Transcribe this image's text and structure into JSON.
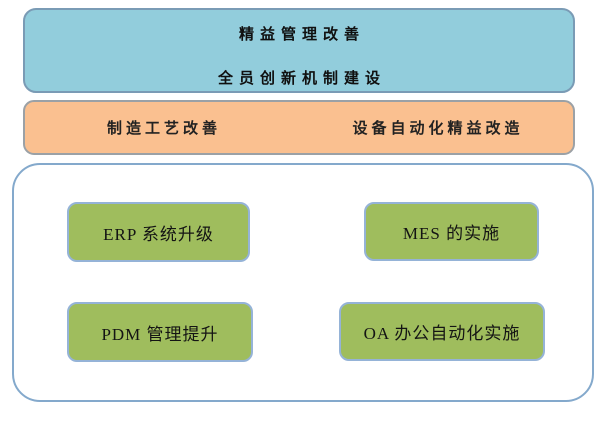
{
  "diagram": {
    "top_box": {
      "line1": "精益管理改善",
      "line2": "全员创新机制建设",
      "fill_color": "#92CDDC",
      "border_color": "#7A9BB5"
    },
    "middle_box": {
      "left_label": "制造工艺改善",
      "right_label": "设备自动化精益改造",
      "fill_color": "#FAC090",
      "border_color": "#9BA1A6"
    },
    "bottom_container": {
      "border_color": "#84A9CC",
      "item_fill_color": "#9FBD5D",
      "item_border_color": "#95B3D7",
      "items": [
        {
          "label": "ERP 系统升级"
        },
        {
          "label": "MES 的实施"
        },
        {
          "label": "PDM 管理提升"
        },
        {
          "label": "OA 办公自动化实施"
        }
      ]
    }
  }
}
